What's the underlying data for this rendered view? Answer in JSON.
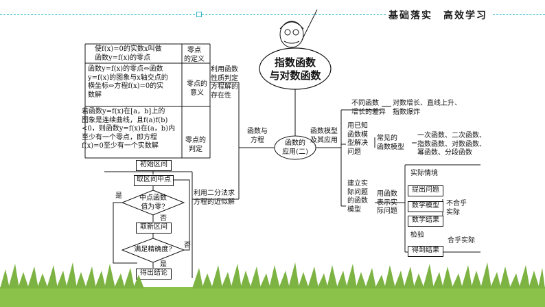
{
  "header": {
    "title": "基础落实　高效学习",
    "accent": "#2bb7c6"
  },
  "center": {
    "main_title": "指数函数\n与对数函数",
    "sub_title": "函数的\n应用(二)",
    "branch_left_a": "函数与\n方程",
    "branch_right_a": "函数模型\n及其应用"
  },
  "zeros": {
    "def_text": "使f(x)=0的实数x叫做\n函数y=f(x)的零点",
    "def_label": "零点\n的定义",
    "meaning_text": "函数y=f(x)的零点⇔函数\ny=f(x)的图象与x轴交点的\n横坐标⇔方程f(x)=0的实\n数解",
    "meaning_label": "零点的\n意义",
    "judge_text": "若函数y=f(x)在[a，b]上的\n图象是连续曲线，且f(a)f(b)\n<0，则函数y=f(x)在(a，b)内\n至少有一个零点，即方程\nf(x)=0至少有一个实数解",
    "judge_label": "零点的\n判定",
    "group_label": "利用函数\n性质判定\n方程解的\n存在性"
  },
  "bisection": {
    "group_label": "利用二分法求\n方程的近似解",
    "steps": [
      "初始区间",
      "取区间中点",
      "中点函数\n值为零?",
      "取新区间",
      "满足精确度?",
      "得出结论"
    ],
    "yes": "是",
    "no": "否"
  },
  "models": {
    "compare_label": "不同函数\n增长的差异",
    "compare_text": "对数增长、直线上升、\n指数爆炸",
    "use_label": "用已知\n函数模\n型解决\n问题",
    "common_label": "常见的\n函数模型",
    "common_text": "一次函数、二次函数、\n指数函数、对数函数、\n幂函数、分段函数",
    "build_label": "建立实\n际问题\n的函数\n模型",
    "express_label": "用函数\n表示实\n际问题",
    "steps": [
      "实际情境",
      "提出问题",
      "数学模型",
      "数学结果",
      "检验",
      "得到结果"
    ],
    "not_fit": "不合乎\n实际",
    "fit": "合乎实际"
  }
}
